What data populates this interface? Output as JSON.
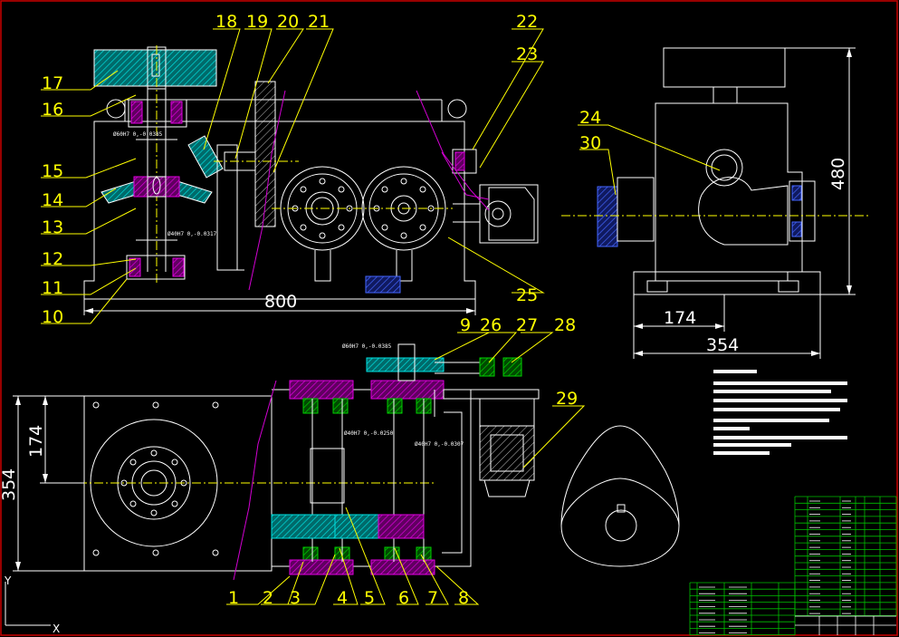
{
  "drawing": {
    "background": "#000000",
    "frame_color": "#cc0000",
    "label_color": "#ffff00",
    "line_color": "#ffffff",
    "hatch_colors": [
      "#00d0d0",
      "#d200d2",
      "#00c000",
      "#3355ff"
    ]
  },
  "part_labels": [
    "1",
    "2",
    "3",
    "4",
    "5",
    "6",
    "7",
    "8",
    "9",
    "10",
    "11",
    "12",
    "13",
    "14",
    "15",
    "16",
    "17",
    "18",
    "19",
    "20",
    "21",
    "22",
    "23",
    "24",
    "25",
    "26",
    "27",
    "28",
    "29",
    "30"
  ],
  "dimensions": {
    "front_width": "800",
    "side_height": "480",
    "side_width_inner": "174",
    "side_width_outer": "354",
    "plan_height_inner": "174",
    "plan_height_outer": "354"
  },
  "tolerances": {
    "t1": "Ø60H7 0,-0.0385",
    "t2": "Ø40H7 0,-0.0317",
    "t3": "Ø60H7 0,-0.0385",
    "t4": "Ø40H7 0,-0.0250",
    "t5": "Ø40H7 0,-0.0307"
  },
  "ucs": {
    "x_axis": "X",
    "y_axis": "Y"
  }
}
